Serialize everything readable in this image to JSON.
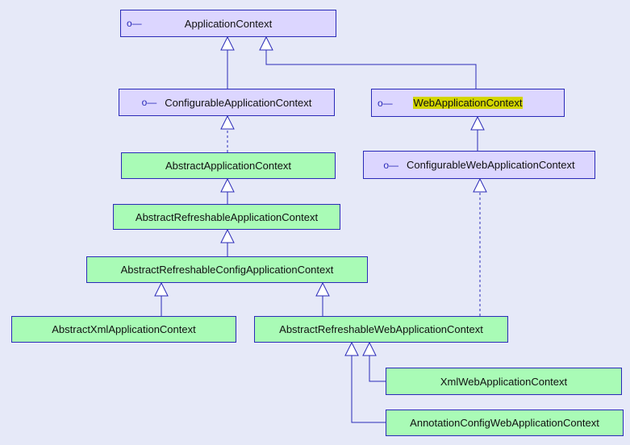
{
  "nodes": {
    "application_context": "ApplicationContext",
    "configurable_application_context": "ConfigurableApplicationContext",
    "web_application_context": "WebApplicationContext",
    "configurable_web_application_context": "ConfigurableWebApplicationContext",
    "abstract_application_context": "AbstractApplicationContext",
    "abstract_refreshable_application_context": "AbstractRefreshableApplicationContext",
    "abstract_refreshable_config_application_context": "AbstractRefreshableConfigApplicationContext",
    "abstract_xml_application_context": "AbstractXmlApplicationContext",
    "abstract_refreshable_web_application_context": "AbstractRefreshableWebApplicationContext",
    "xml_web_application_context": "XmlWebApplicationContext",
    "annotation_config_web_application_context": "AnnotationConfigWebApplicationContext"
  },
  "relations": [
    {
      "from": "ConfigurableApplicationContext",
      "to": "ApplicationContext",
      "kind": "extends"
    },
    {
      "from": "WebApplicationContext",
      "to": "ApplicationContext",
      "kind": "extends"
    },
    {
      "from": "AbstractApplicationContext",
      "to": "ConfigurableApplicationContext",
      "kind": "implements"
    },
    {
      "from": "ConfigurableWebApplicationContext",
      "to": "WebApplicationContext",
      "kind": "extends"
    },
    {
      "from": "AbstractRefreshableApplicationContext",
      "to": "AbstractApplicationContext",
      "kind": "extends"
    },
    {
      "from": "AbstractRefreshableConfigApplicationContext",
      "to": "AbstractRefreshableApplicationContext",
      "kind": "extends"
    },
    {
      "from": "AbstractXmlApplicationContext",
      "to": "AbstractRefreshableConfigApplicationContext",
      "kind": "extends"
    },
    {
      "from": "AbstractRefreshableWebApplicationContext",
      "to": "AbstractRefreshableConfigApplicationContext",
      "kind": "extends"
    },
    {
      "from": "AbstractRefreshableWebApplicationContext",
      "to": "ConfigurableWebApplicationContext",
      "kind": "implements"
    },
    {
      "from": "XmlWebApplicationContext",
      "to": "AbstractRefreshableWebApplicationContext",
      "kind": "extends"
    },
    {
      "from": "AnnotationConfigWebApplicationContext",
      "to": "AbstractRefreshableWebApplicationContext",
      "kind": "extends"
    }
  ],
  "colors": {
    "background": "#e6e9f8",
    "interface_fill": "#dcd6ff",
    "class_fill": "#a9fbb6",
    "border": "#2a2ab8",
    "highlight": "#d3d500"
  },
  "icons": {
    "interface": "interface-lollipop-icon"
  }
}
